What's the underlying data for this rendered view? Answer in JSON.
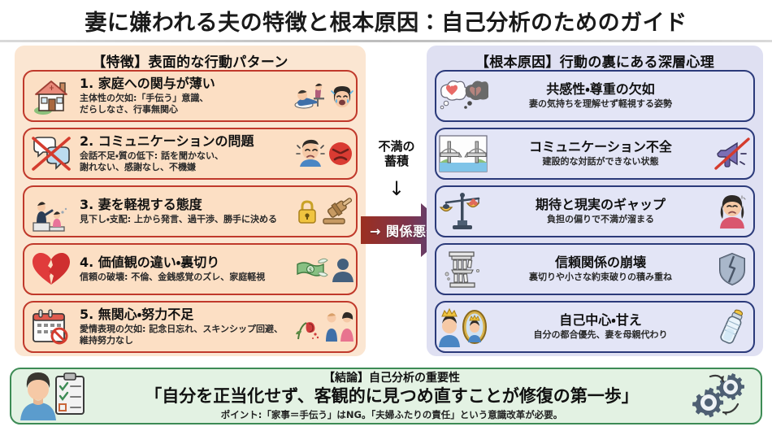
{
  "title": "妻に嫌われる夫の特徴と根本原因：自己分析のためのガイド",
  "left_panel": {
    "heading": "【特徴】表面的な行動パターン",
    "accent_color": "#c0392b",
    "background_color": "#fbe6d2",
    "card_color": "#fcdfc4",
    "cards": [
      {
        "title": "1. 家庭への関与が薄い",
        "subtitle": "主体性の欠如:「手伝う」意識、\nだらしなさ、行事無関心",
        "icon": "house-icon",
        "tail_icons": [
          "lounging-man-icon",
          "crying-face-icon"
        ]
      },
      {
        "title": "2. コミュニケーションの問題",
        "subtitle": "会話不足・質の低下: 話を聞かない、\n謝れない、感謝なし、不機嫌",
        "icon": "no-speech-bubble-icon",
        "tail_icons": [
          "annoyed-man-icon",
          "angry-face-icon"
        ]
      },
      {
        "title": "3. 妻を軽視する態度",
        "subtitle": "見下し・支配: 上から発言、過干渉、勝手に決める",
        "icon": "podium-hierarchy-icon",
        "tail_icons": [
          "lock-icon",
          "gavel-icon"
        ]
      },
      {
        "title": "4. 価値観の違い・裏切り",
        "subtitle": "信頼の破壊: 不倫、金銭感覚のズレ、家庭軽視",
        "icon": "broken-heart-icon",
        "tail_icons": [
          "flying-money-icon",
          "silhouette-person-icon"
        ]
      },
      {
        "title": "5. 無関心・努力不足",
        "subtitle": "愛情表現の欠如: 記念日忘れ、スキンシップ回避、\n維持努力なし",
        "icon": "calendar-cancel-icon",
        "tail_icons": [
          "wilted-rose-icon",
          "distant-couple-icon"
        ]
      }
    ]
  },
  "middle": {
    "label": "不満の\n蓄積",
    "down_arrow": "↓",
    "arrow_text": "→ 関係悪化",
    "gradient_from": "#9c2f20",
    "gradient_to": "#4a4a8c"
  },
  "right_panel": {
    "heading": "【根本原因】行動の裏にある深層心理",
    "accent_color": "#2b3a7a",
    "background_color": "#dfe0f2",
    "card_color": "#e3e5f6",
    "cards": [
      {
        "title": "共感性・尊重の欠如",
        "subtitle": "妻の気持ちを理解せず軽視する姿勢",
        "icon": "heart-thought-bubbles-icon",
        "tail_icons": []
      },
      {
        "title": "コミュニケーション不全",
        "subtitle": "建設的な対話ができない状態",
        "icon": "broken-bridge-icon",
        "tail_icons": [
          "muted-megaphone-icon"
        ]
      },
      {
        "title": "期待と現実のギャップ",
        "subtitle": "負担の偏りで不満が溜まる",
        "icon": "unbalanced-scale-icon",
        "tail_icons": [
          "frowning-woman-icon"
        ]
      },
      {
        "title": "信頼関係の崩壊",
        "subtitle": "裏切りや小さな約束破りの積み重ね",
        "icon": "crumbling-pillar-icon",
        "tail_icons": [
          "cracked-shield-icon"
        ]
      },
      {
        "title": "自己中心・甘え",
        "subtitle": "自分の都合優先、妻を母親代わり",
        "icon": "king-mirror-icon",
        "tail_icons": [
          "baby-bottle-icon"
        ]
      }
    ]
  },
  "conclusion": {
    "line1": "【結論】自己分析の重要性",
    "line2": "「自分を正当化せず、客観的に見つめ直すことが修復の第一歩」",
    "line3": "ポイント:「家事＝手伝う」はNG。「夫婦ふたりの責任」という意識改革が必要。",
    "left_icon": "person-with-checklist-icon",
    "right_icon": "gears-cycle-icon",
    "background_color": "#e3f2e3",
    "border_color": "#3d8b55"
  }
}
